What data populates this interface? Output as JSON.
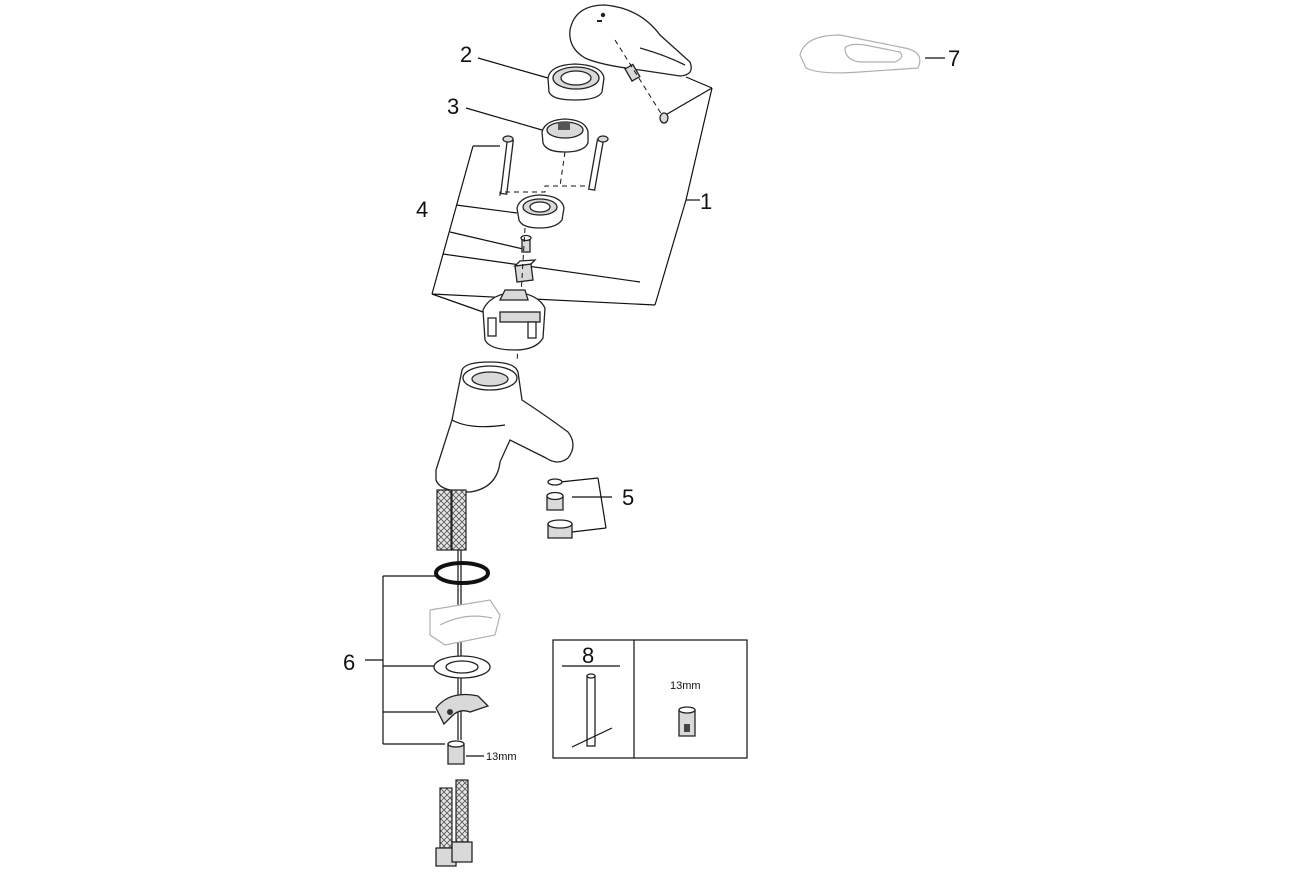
{
  "callouts": {
    "c1": "1",
    "c2": "2",
    "c3": "3",
    "c4": "4",
    "c5": "5",
    "c6": "6",
    "c7": "7",
    "c8": "8"
  },
  "dimensions": {
    "nut_size_main": "13mm",
    "nut_size_tool_box": "13mm"
  }
}
